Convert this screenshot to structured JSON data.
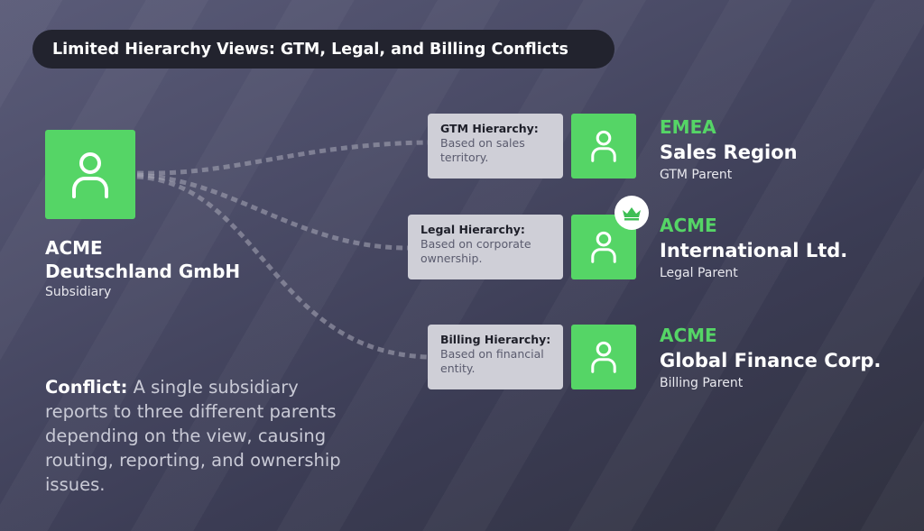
{
  "title": "Limited Hierarchy Views: GTM, Legal, and Billing Conflicts",
  "subsidiary": {
    "name_line1": "ACME",
    "name_line2": "Deutschland GmbH",
    "role": "Subsidiary",
    "icon": "person-icon"
  },
  "conflict": {
    "lead": "Conflict:",
    "text": " A single subsidiary reports to three different parents depending on the view, causing routing, reporting, and ownership issues."
  },
  "hierarchies": [
    {
      "label_title": "GTM Hierarchy:",
      "label_desc": "Based on sales territory.",
      "parent_accent": "EMEA",
      "parent_name": "Sales Region",
      "parent_role": "GTM Parent",
      "icon": "person-icon"
    },
    {
      "label_title": "Legal Hierarchy:",
      "label_desc": "Based on corporate ownership.",
      "parent_accent": "ACME",
      "parent_name": "International Ltd.",
      "parent_role": "Legal Parent",
      "icon": "person-icon",
      "badge_icon": "crown-icon"
    },
    {
      "label_title": "Billing Hierarchy:",
      "label_desc": "Based on financial entity.",
      "parent_accent": "ACME",
      "parent_name": "Global Finance Corp.",
      "parent_role": "Billing Parent",
      "icon": "person-icon"
    }
  ],
  "colors": {
    "accent_green": "#55d566",
    "title_pill": "#22232e",
    "label_box": "#cfcfd7",
    "connector": "#a9a9b8"
  }
}
